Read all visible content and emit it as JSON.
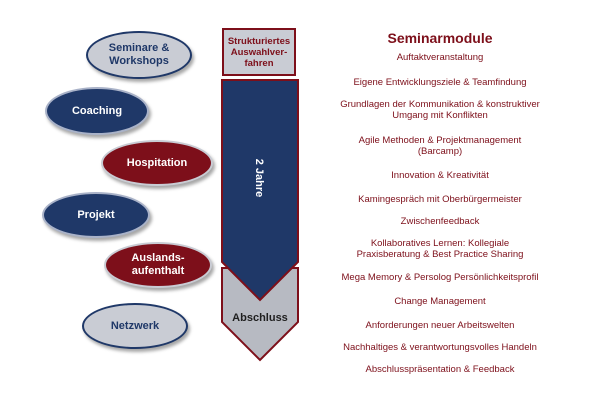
{
  "left_items": [
    {
      "label": "Seminare &\nWorkshops",
      "style": "gray"
    },
    {
      "label": "Coaching",
      "style": "navy"
    },
    {
      "label": "Hospitation",
      "style": "red"
    },
    {
      "label": "Projekt",
      "style": "navy"
    },
    {
      "label": "Auslands-\naufenthalt",
      "style": "red"
    },
    {
      "label": "Netzwerk",
      "style": "gray"
    }
  ],
  "arrow": {
    "top_box": "Strukturiertes\nAuswahlver-\nfahren",
    "duration": "2 Jahre",
    "end": "Abschluss"
  },
  "modules": {
    "title": "Seminarmodule",
    "items": [
      "Auftaktveranstaltung",
      "Eigene Entwicklungsziele & Teamfindung",
      "Grundlagen der Kommunikation & konstruktiver\nUmgang mit Konflikten",
      "Agile Methoden & Projektmanagement\n(Barcamp)",
      "Innovation & Kreativität",
      "Kamingespräch mit Oberbürgermeister",
      "Zwischenfeedback",
      "Kollaboratives Lernen: Kollegiale\nPraxisberatung & Best Practice Sharing",
      "Mega Memory & Persolog Persönlichkeitsprofil",
      "Change Management",
      "Anforderungen neuer Arbeitswelten",
      "Nachhaltiges & verantwortungsvolles Handeln",
      "Abschlusspräsentation & Feedback"
    ]
  },
  "colors": {
    "navy": "#1f3868",
    "red": "#7d0f1a",
    "gray": "#c9ccd4"
  }
}
